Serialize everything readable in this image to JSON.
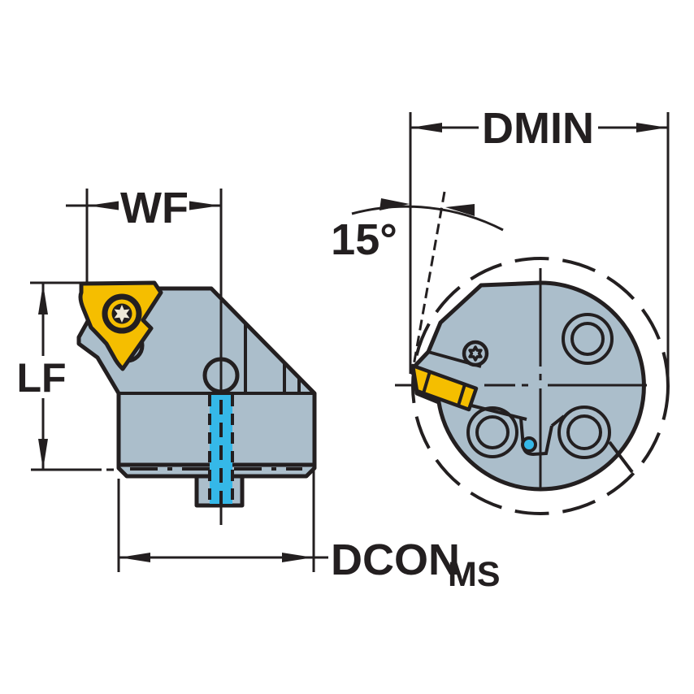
{
  "drawing": {
    "title": "tool-holder-dimension-drawing",
    "labels": {
      "wf": "WF",
      "lf": "LF",
      "dcon": "DCON",
      "dcon_sub": "MS",
      "dmin": "DMIN",
      "angle": "15°"
    },
    "colors": {
      "line": "#231f20",
      "body": "#abbecb",
      "insert": "#f5be00",
      "coolant": "#35b8e8",
      "screwstar": "#efe9d8"
    }
  }
}
